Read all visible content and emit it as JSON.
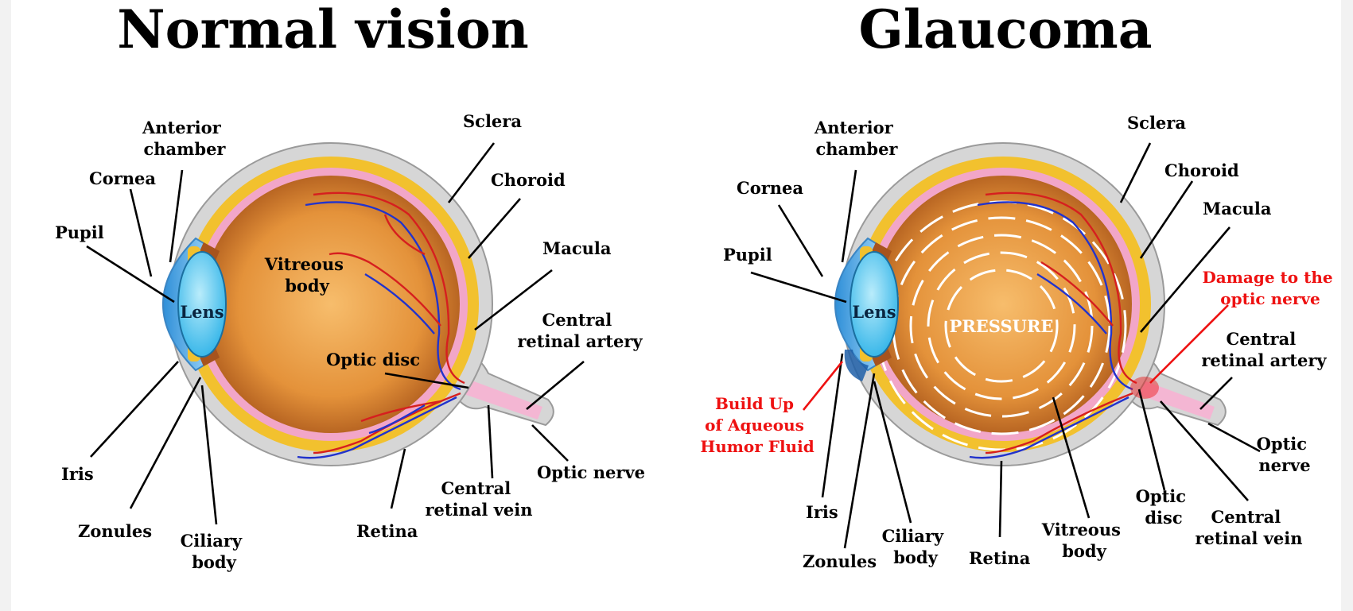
{
  "normal": {
    "title": "Normal vision",
    "labels": {
      "anterior_chamber": [
        "Anterior",
        "chamber"
      ],
      "cornea": "Cornea",
      "pupil": "Pupil",
      "lens": "Lens",
      "vitreous_body": [
        "Vitreous",
        "body"
      ],
      "sclera": "Sclera",
      "choroid": "Choroid",
      "macula": "Macula",
      "central_retinal_artery": [
        "Central",
        "retinal artery"
      ],
      "optic_disc": "Optic disc",
      "optic_nerve": "Optic nerve",
      "central_retinal_vein": [
        "Central",
        "retinal vein"
      ],
      "retina": "Retina",
      "ciliary_body": [
        "Ciliary",
        "body"
      ],
      "zonules": "Zonules",
      "iris": "Iris"
    }
  },
  "glaucoma": {
    "title": "Glaucoma",
    "labels": {
      "anterior_chamber": [
        "Anterior",
        "chamber"
      ],
      "cornea": "Cornea",
      "pupil": "Pupil",
      "lens": "Lens",
      "pressure": "PRESSURE",
      "sclera": "Sclera",
      "choroid": "Choroid",
      "macula": "Macula",
      "damage": [
        "Damage to the",
        "optic nerve"
      ],
      "central_retinal_artery": [
        "Central",
        "retinal artery"
      ],
      "optic_nerve": [
        "Optic",
        "nerve"
      ],
      "central_retinal_vein": [
        "Central",
        "retinal vein"
      ],
      "optic_disc": [
        "Optic",
        "disc"
      ],
      "vitreous_body": [
        "Vitreous",
        "body"
      ],
      "retina": "Retina",
      "ciliary_body": [
        "Ciliary",
        "body"
      ],
      "zonules": "Zonules",
      "iris": "Iris",
      "build_up": [
        "Build Up",
        "of Aqueous",
        "Humor Fluid"
      ]
    }
  },
  "colors": {
    "sclera": "#d6d6d6",
    "choroid": "#f2c12e",
    "retina": "#f2a6c8",
    "vitreous_center": "#f6b867",
    "vitreous_edge": "#b9621b",
    "cornea": "#5aaee8",
    "lens": "#46c4ee",
    "artery": "#d61f1f",
    "vein": "#2233cc",
    "damage": "#ee1111"
  }
}
